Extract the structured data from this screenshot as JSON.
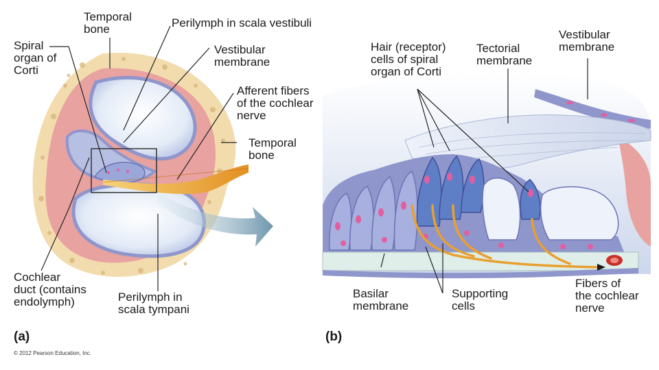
{
  "panel_a": {
    "tag": "(a)",
    "labels": {
      "temporal_bone_top": "Temporal\nbone",
      "spiral_organ": "Spiral\norgan of\nCorti",
      "perilymph_vestibuli": "Perilymph in scala vestibuli",
      "vestibular_membrane": "Vestibular\nmembrane",
      "afferent_fibers": "Afferent fibers\nof the cochlear\nnerve",
      "temporal_bone_right": "Temporal\nbone",
      "cochlear_duct": "Cochlear\nduct (contains\nendolymph)",
      "perilymph_tympani": "Perilymph in\nscala tympani"
    }
  },
  "panel_b": {
    "tag": "(b)",
    "labels": {
      "hair_cells": "Hair (receptor)\ncells of spiral\norgan of Corti",
      "tectorial_membrane": "Tectorial\nmembrane",
      "vestibular_membrane": "Vestibular\nmembrane",
      "basilar_membrane": "Basilar\nmembrane",
      "supporting_cells": "Supporting\ncells",
      "fibers_cochlear": "Fibers of\nthe cochlear\nnerve"
    }
  },
  "copyright": "© 2012 Pearson Education, Inc.",
  "colors": {
    "bone": "#f2dcae",
    "bone_spot": "#d8b47a",
    "lining_pink": "#e79a9a",
    "membrane_blue": "#8f96cc",
    "fluid": "#dfe8f6",
    "nerve": "#e8a030",
    "nucleus": "#e25ea0",
    "arrow": "#6f97ad"
  }
}
